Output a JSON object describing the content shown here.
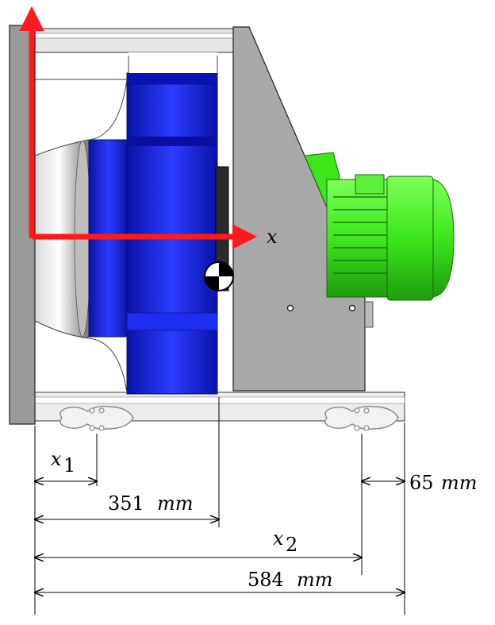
{
  "labels": {
    "axis_x": "x",
    "x1": "x",
    "x1_sub": "1",
    "x2": "x",
    "x2_sub": "2",
    "dim_351_num": "351",
    "dim_351_unit": "mm",
    "dim_584_num": "584",
    "dim_584_unit": "mm",
    "dim_65_num": "65",
    "dim_65_unit": "mm"
  },
  "colors": {
    "frame": "#9a9a9a",
    "frame_dark": "#6f6f6f",
    "impeller": "#1424d8",
    "impeller_dark": "#0a0f8a",
    "motor": "#3ee61c",
    "motor_dark": "#1e8a0c",
    "axis": "#ff1a1a",
    "plate": "#a9a9a9"
  },
  "icons": [
    "vibration-isolator-icon",
    "center-of-gravity-icon"
  ]
}
